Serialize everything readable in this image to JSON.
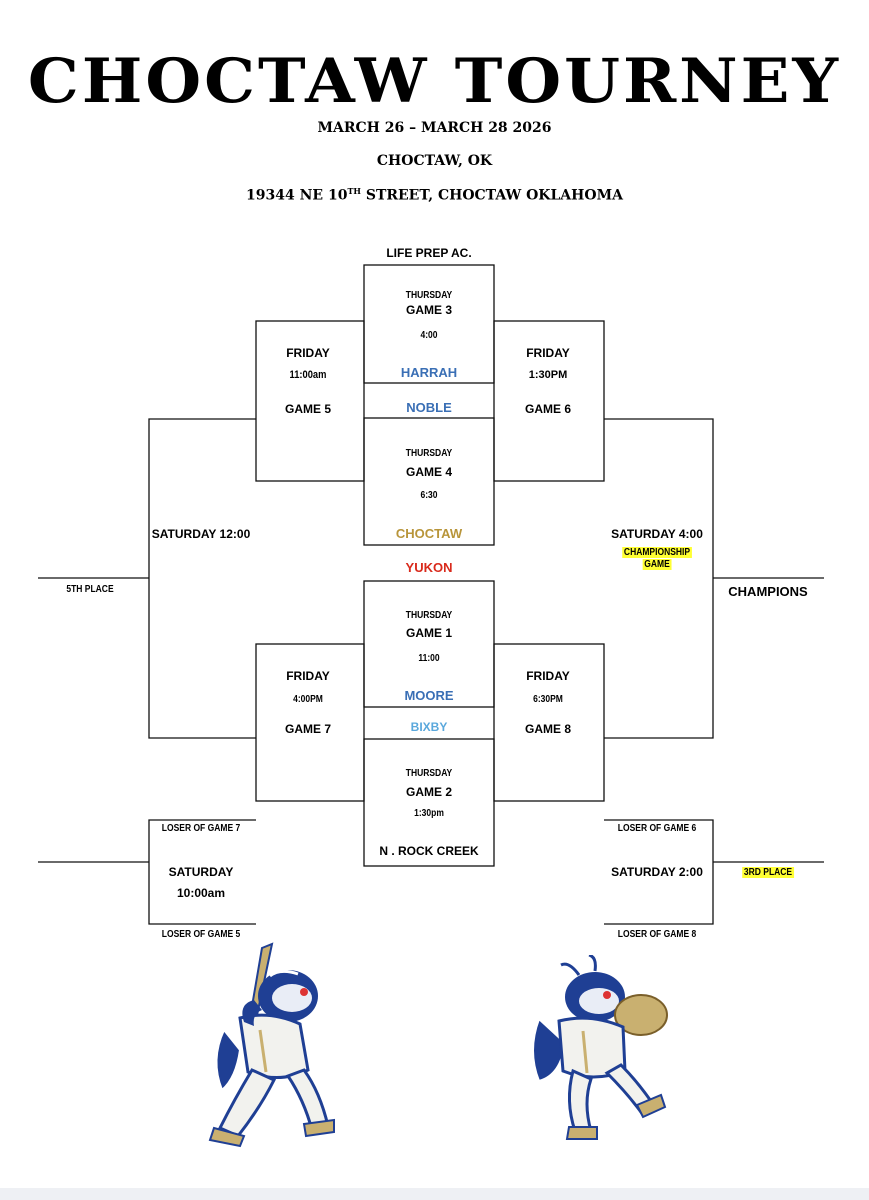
{
  "header": {
    "title": "CHOCTAW TOURNEY",
    "dates": "MARCH 26 – MARCH 28 2026",
    "city": "CHOCTAW, OK",
    "address_pre": "19344 NE 10",
    "address_sup": "TH",
    "address_post": " STREET, CHOCTAW OKLAHOMA"
  },
  "teams": {
    "life_prep": "LIFE PREP AC.",
    "harrah": "HARRAH",
    "noble": "NOBLE",
    "choctaw": "CHOCTAW",
    "yukon": "YUKON",
    "moore": "MOORE",
    "bixby": "BIXBY",
    "rock_creek": "N . ROCK CREEK"
  },
  "team_colors": {
    "harrah": "#3a6fb5",
    "noble": "#3a6fb5",
    "choctaw": "#b8953a",
    "yukon": "#d92a1c",
    "moore": "#3a6fb5",
    "bixby": "#5aa8dc"
  },
  "games": {
    "game3": {
      "day": "THURSDAY",
      "name": "GAME 3",
      "time": "4:00"
    },
    "game4": {
      "day": "THURSDAY",
      "name": "GAME 4",
      "time": "6:30"
    },
    "game1": {
      "day": "THURSDAY",
      "name": "GAME 1",
      "time": "11:00"
    },
    "game2": {
      "day": "THURSDAY",
      "name": "GAME 2",
      "time": "1:30pm"
    },
    "game5": {
      "day": "FRIDAY",
      "time": "11:00am",
      "name": "GAME 5"
    },
    "game6": {
      "day": "FRIDAY",
      "time": "1:30PM",
      "name": "GAME 6"
    },
    "game7": {
      "day": "FRIDAY",
      "time": "4:00PM",
      "name": "GAME 7"
    },
    "game8": {
      "day": "FRIDAY",
      "time": "6:30PM",
      "name": "GAME 8"
    }
  },
  "saturday": {
    "noon": "SATURDAY 12:00",
    "four": "SATURDAY 4:00",
    "championship": "CHAMPIONSHIP",
    "game": "GAME",
    "champions": "CHAMPIONS",
    "fifth_place": "5TH PLACE",
    "loser7": "LOSER OF GAME 7",
    "loser5": "LOSER OF GAME 5",
    "left_day": "SATURDAY",
    "left_time": "10:00am",
    "loser6": "LOSER OF GAME 6",
    "loser8": "LOSER OF GAME 8",
    "right_time": "SATURDAY 2:00",
    "third_place": "3RD PLACE"
  },
  "colors": {
    "highlight": "#ffff33",
    "mascot_blue": "#1f3f94",
    "mascot_gold": "#c9b070"
  },
  "icons": [
    "batter-mascot-icon",
    "pitcher-mascot-icon"
  ]
}
